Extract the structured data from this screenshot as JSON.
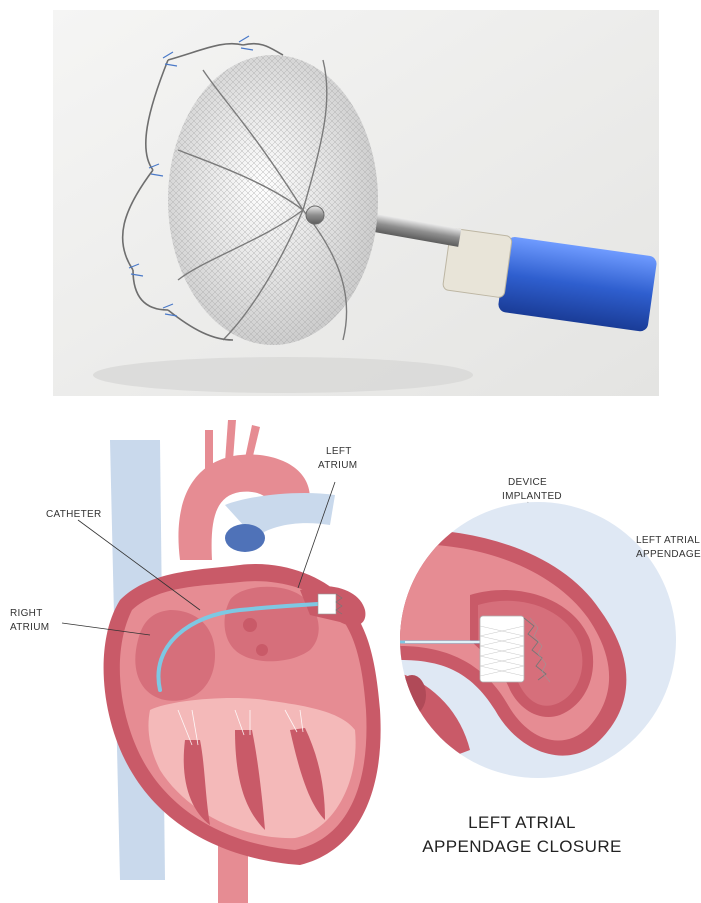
{
  "figure": {
    "labels": {
      "left_atrium": [
        "LEFT",
        "ATRIUM"
      ],
      "catheter": "CATHETER",
      "right_atrium": [
        "RIGHT",
        "ATRIUM"
      ],
      "device_implanted": [
        "DEVICE",
        "IMPLANTED"
      ],
      "left_atrial_appendage": [
        "LEFT ATRIAL",
        "APPENDAGE"
      ]
    },
    "caption": [
      "LEFT ATRIAL",
      "APPENDAGE CLOSURE"
    ]
  },
  "colors": {
    "heart_dark": "#c95a68",
    "heart_mid": "#e68c93",
    "heart_light": "#f4b9b9",
    "vein_blue": "#c9d9ec",
    "catheter_blue": "#7ec8e3",
    "zoom_circle_bg": "#dfe8f4",
    "delivery_tube": "#2f5fcf"
  }
}
